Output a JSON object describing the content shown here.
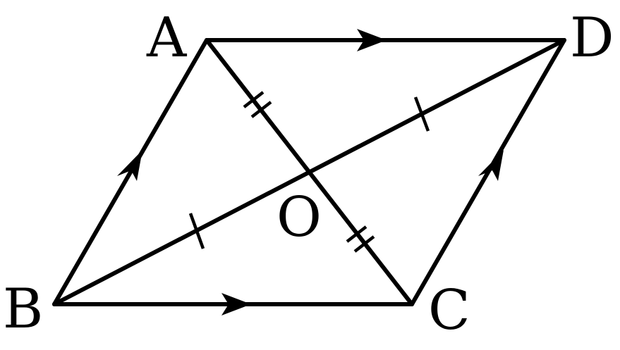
{
  "diagram": {
    "labels": {
      "A": "A",
      "B": "B",
      "C": "C",
      "D": "D",
      "O": "O"
    },
    "colors": {
      "stroke": "#000000",
      "background": "#ffffff"
    }
  }
}
